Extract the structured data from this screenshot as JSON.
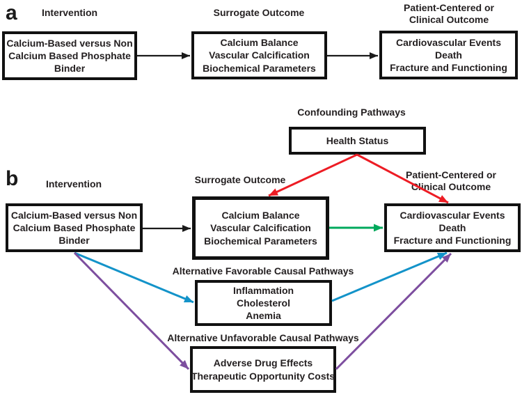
{
  "figure": {
    "panel_a": {
      "label": "a",
      "headings": {
        "intervention": "Intervention",
        "surrogate": "Surrogate Outcome",
        "clinical_line1": "Patient-Centered or",
        "clinical_line2": "Clinical Outcome"
      },
      "boxes": {
        "intervention": {
          "lines": [
            "Calcium-Based versus Non",
            "Calcium Based Phosphate",
            "Binder"
          ]
        },
        "surrogate": {
          "lines": [
            "Calcium Balance",
            "Vascular Calcification",
            "Biochemical Parameters"
          ]
        },
        "clinical": {
          "lines": [
            "Cardiovascular Events",
            "Death",
            "Fracture and Functioning"
          ]
        }
      }
    },
    "panel_b": {
      "label": "b",
      "headings": {
        "confounding": "Confounding Pathways",
        "intervention": "Intervention",
        "surrogate": "Surrogate Outcome",
        "clinical_line1": "Patient-Centered or",
        "clinical_line2": "Clinical Outcome",
        "favorable": "Alternative Favorable Causal Pathways",
        "unfavorable": "Alternative Unfavorable Causal Pathways"
      },
      "boxes": {
        "confounder": {
          "lines": [
            "Health Status"
          ]
        },
        "intervention": {
          "lines": [
            "Calcium-Based versus Non",
            "Calcium Based Phosphate",
            "Binder"
          ]
        },
        "surrogate": {
          "lines": [
            "Calcium Balance",
            "Vascular Calcification",
            "Biochemical Parameters"
          ]
        },
        "clinical": {
          "lines": [
            "Cardiovascular Events",
            "Death",
            "Fracture and Functioning"
          ]
        },
        "favorable": {
          "lines": [
            "Inflammation",
            "Cholesterol",
            "Anemia"
          ]
        },
        "unfavorable": {
          "lines": [
            "Adverse Drug Effects",
            "Therapeutic Opportunity Costs"
          ]
        }
      }
    }
  },
  "colors": {
    "arrow-black": "#1a1a1a",
    "arrow-red": "#ed1c24",
    "arrow-green": "#00a95c",
    "arrow-blue": "#1393c9",
    "arrow-purple": "#7d4e9f",
    "box-border": "#111111",
    "text": "#231f20"
  }
}
